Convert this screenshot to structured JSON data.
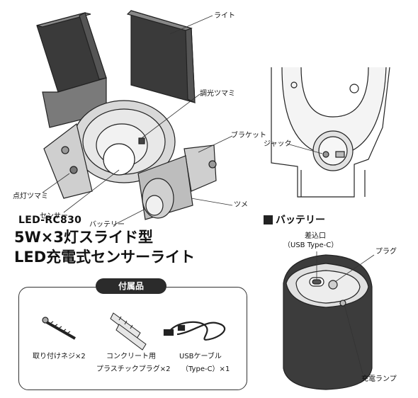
{
  "labels": {
    "light": "ライト",
    "dimmer_knob": "調光ツマミ",
    "bracket": "ブラケット",
    "lighting_knob": "点灯ツマミ",
    "sensor": "センサー",
    "battery": "バッテリー",
    "tab": "ツメ",
    "jack": "ジャック"
  },
  "product": {
    "model": "LED-RC830",
    "title_line1": "5W×3灯スライド型",
    "title_line2": "LED充電式センサーライト"
  },
  "accessories": {
    "heading": "付属品",
    "items": [
      {
        "label": "取り付けネジ×2"
      },
      {
        "label_line1": "コンクリート用",
        "label_line2": "プラスチックプラグ×2"
      },
      {
        "label_line1": "USBケーブル",
        "label_line2": "（Type-C）×1"
      }
    ]
  },
  "battery_section": {
    "heading": "バッテリー",
    "port_label_line1": "差込口",
    "port_label_line2": "（USB Type-C）",
    "plug": "プラグ",
    "charge_lamp": "充電ランプ"
  }
}
